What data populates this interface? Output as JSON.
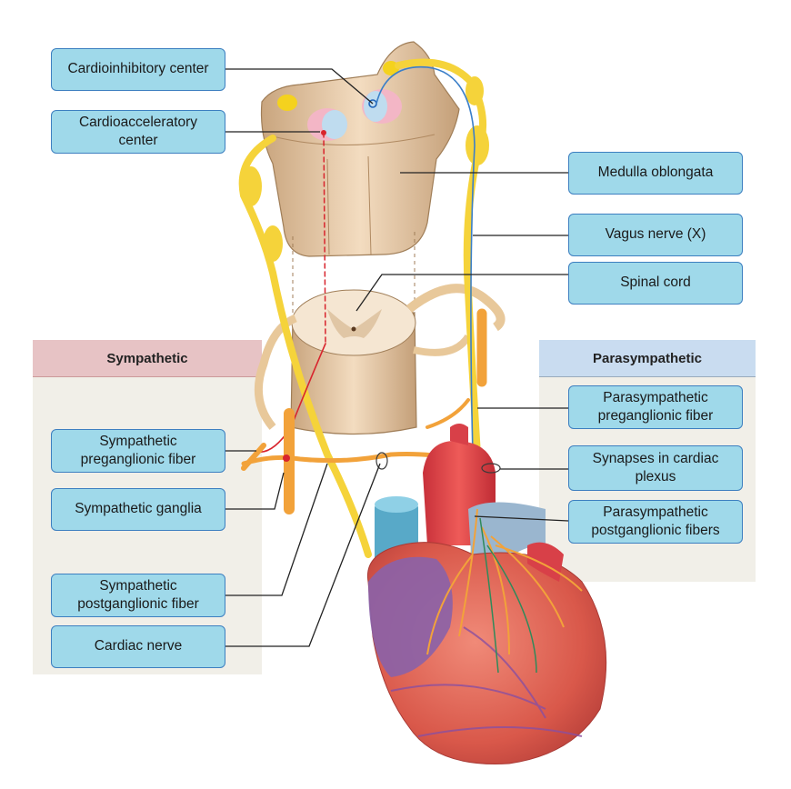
{
  "panels": {
    "sympathetic": "Sympathetic",
    "parasympathetic": "Parasympathetic"
  },
  "labels": {
    "cardioinhibitory_center": "Cardioinhibitory center",
    "cardioacceleratory_center": "Cardioacceleratory\ncenter",
    "medulla_oblongata": "Medulla oblongata",
    "vagus_nerve": "Vagus nerve (X)",
    "spinal_cord": "Spinal cord",
    "parasympathetic_preganglionic_fiber": "Parasympathetic\npreganglionic fiber",
    "synapses_cardiac_plexus": "Synapses in cardiac\nplexus",
    "parasympathetic_postganglionic_fibers": "Parasympathetic\npostganglionic fibers",
    "sympathetic_preganglionic_fiber": "Sympathetic\npreganglionic fiber",
    "sympathetic_ganglia": "Sympathetic ganglia",
    "sympathetic_postganglionic_fiber": "Sympathetic\npostganglionic fiber",
    "cardiac_nerve": "Cardiac nerve"
  },
  "colors": {
    "label_fill": "#9fd9ea",
    "label_border": "#3d7fc0",
    "sympathetic_header": "#e7c3c5",
    "parasympathetic_header": "#c9dcf0",
    "panel_background": "#f1efe8",
    "nerve_yellow": "#f5d33a",
    "sympathetic_nerve": "#f2a23a",
    "heart": "#d95a4e"
  }
}
